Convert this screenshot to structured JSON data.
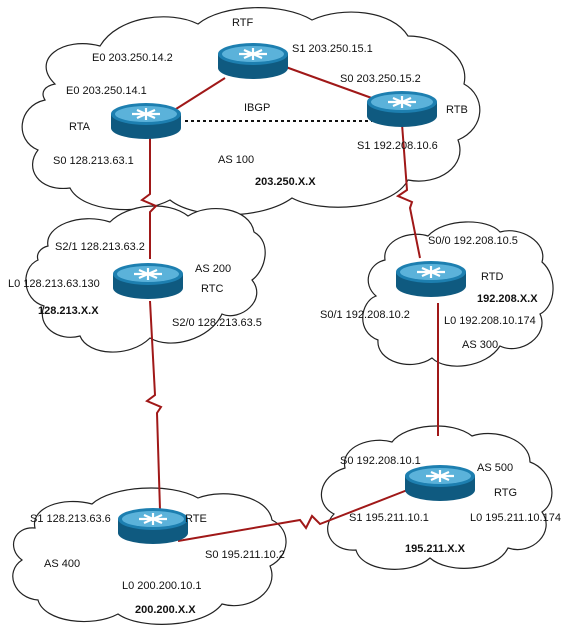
{
  "colors": {
    "link": "#a01818",
    "router_body": "#1d7fb0",
    "router_top": "#5bb2da",
    "router_dark": "#0f5a80"
  },
  "icons": {
    "router": "router-icon",
    "cloud": "cloud-shape",
    "serial": "serial-lightning-link"
  },
  "routers": {
    "rtf": "RTF",
    "rta": "RTA",
    "rtb": "RTB",
    "rtc": "RTC",
    "rtd": "RTD",
    "rte": "RTE",
    "rtg": "RTG"
  },
  "interfaces": {
    "rtf_e0": "E0 203.250.14.2",
    "rtf_s1": "S1 203.250.15.1",
    "rta_e0": "E0 203.250.14.1",
    "rta_s0": "S0 128.213.63.1",
    "rtb_s0": "S0 203.250.15.2",
    "rtb_s1": "S1 192.208.10.6",
    "rtc_s2_1": "S2/1 128.213.63.2",
    "rtc_l0": "L0 128.213.63.130",
    "rtc_s2_0": "S2/0 128.213.63.5",
    "rtd_s0_0": "S0/0 192.208.10.5",
    "rtd_s0_1": "S0/1 192.208.10.2",
    "rtd_l0": "L0 192.208.10.174",
    "rtg_s0": "S0 192.208.10.1",
    "rtg_s1": "S1 195.211.10.1",
    "rtg_l0": "L0 195.211.10.174",
    "rte_s1": "S1 128.213.63.6",
    "rte_s0": "S0 195.211.10.2",
    "rte_l0": "L0 200.200.10.1"
  },
  "autonomous_systems": {
    "as100": "AS 100",
    "as200": "AS 200",
    "as300": "AS 300",
    "as400": "AS 400",
    "as500": "AS 500"
  },
  "networks": {
    "net_203": "203.250.X.X",
    "net_128": "128.213.X.X",
    "net_192": "192.208.X.X",
    "net_195": "195.211.X.X",
    "net_200": "200.200.X.X"
  },
  "ibgp_label": "IBGP"
}
